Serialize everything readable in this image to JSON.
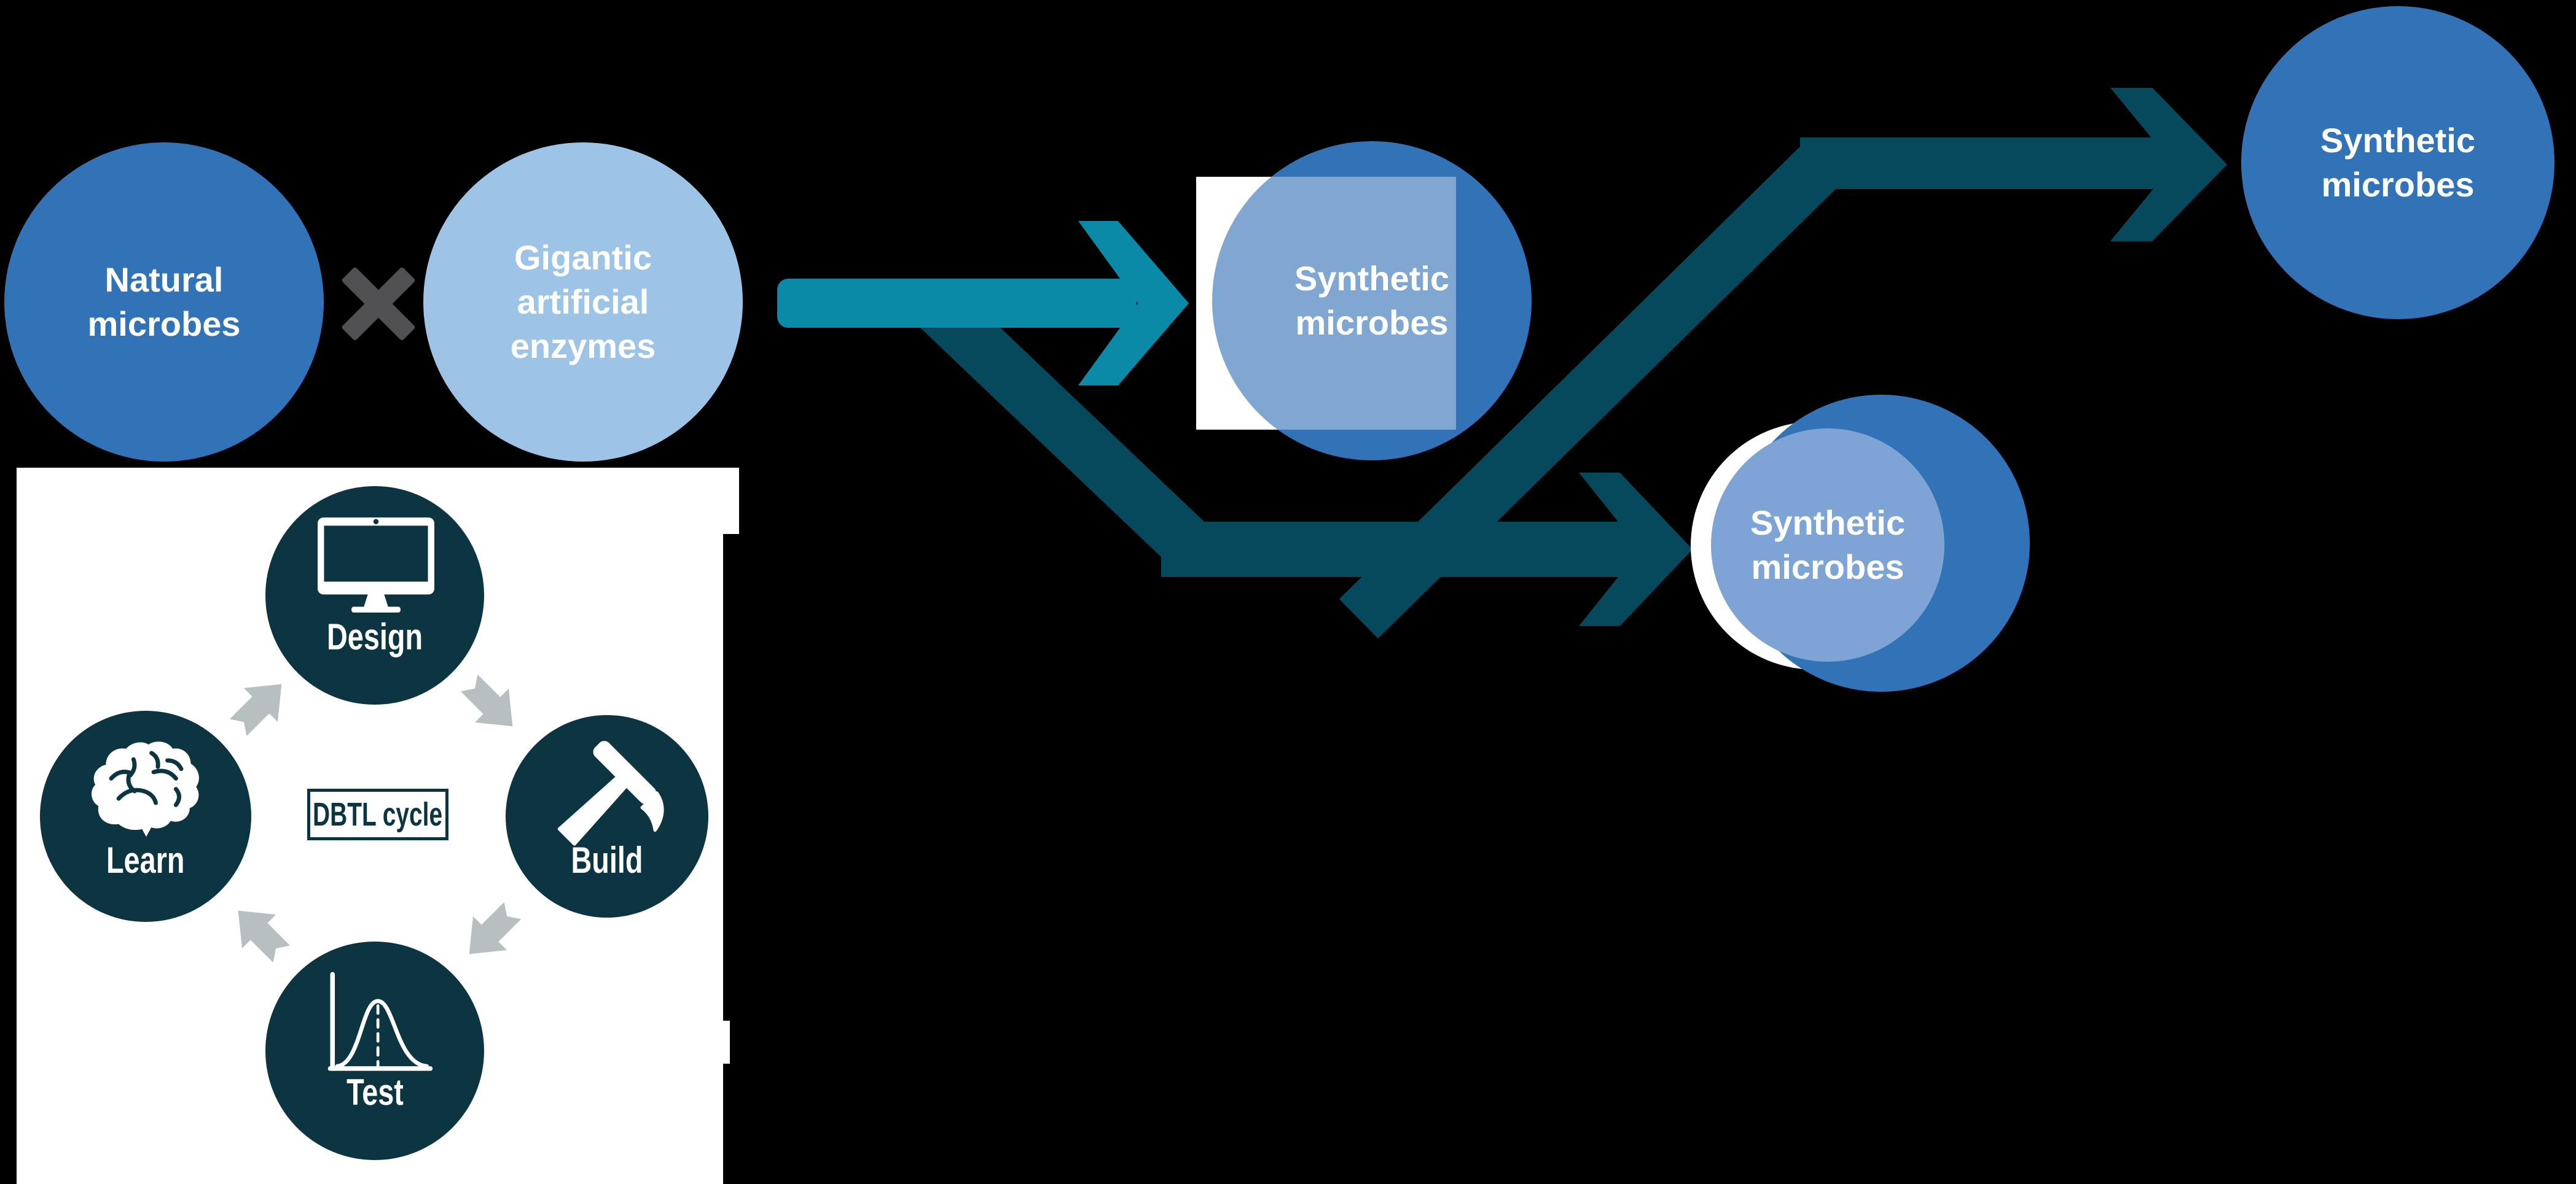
{
  "colors": {
    "background": "#000000",
    "blue_dark": "#3272b6",
    "blue_light": "#9dc3e6",
    "blue_mid": "#7da4d4",
    "teal_arrow": "#0a8aa6",
    "dark_teal": "#07495c",
    "dbtl_dark": "#0c3541",
    "gray_arrow": "#b8bfc1",
    "multiply_gray": "#515154",
    "white": "#ffffff"
  },
  "circles": {
    "natural": {
      "lines": [
        "Natural",
        "microbes"
      ]
    },
    "enzymes": {
      "lines": [
        "Gigantic",
        "artificial",
        "enzymes"
      ]
    },
    "synthetic_top": {
      "lines": [
        "Synthetic",
        "microbes"
      ]
    },
    "synthetic_mid": {
      "lines": [
        "Synthetic",
        "microbes"
      ]
    },
    "synthetic_right": {
      "lines": [
        "Synthetic",
        "microbes"
      ]
    }
  },
  "operators": {
    "multiply_icon": "×"
  },
  "arrows": {
    "flow_arrow_main": "right",
    "flow_arrow_mid": "down-right",
    "flow_arrow_top_right": "up-right"
  },
  "dbtl": {
    "title": "DBTL cycle",
    "steps": [
      {
        "label": "Design",
        "icon": "monitor-icon"
      },
      {
        "label": "Build",
        "icon": "hammer-icon"
      },
      {
        "label": "Test",
        "icon": "bell-curve-icon"
      },
      {
        "label": "Learn",
        "icon": "brain-icon"
      }
    ]
  }
}
